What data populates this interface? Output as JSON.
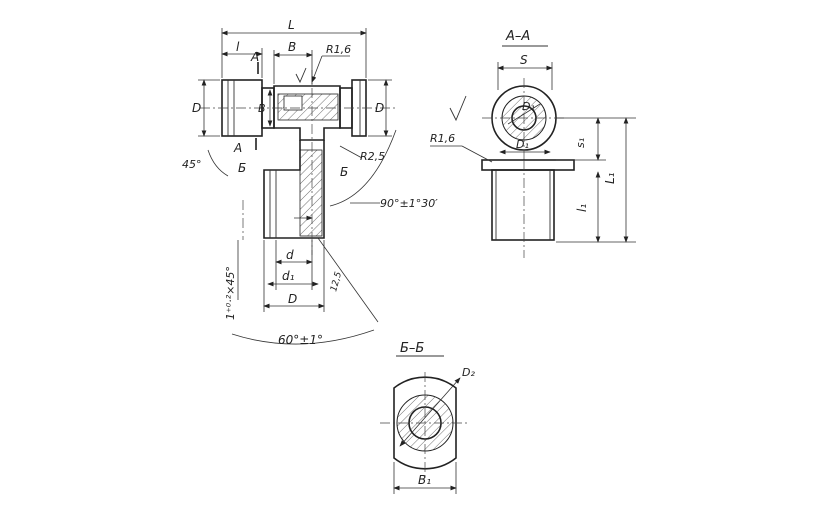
{
  "main_view": {
    "L": "L",
    "l": "l",
    "B": "B",
    "A_top": "A",
    "A_bottom": "A",
    "R16": "R1,6",
    "D_left": "D",
    "D_right": "D",
    "B_inner": "B",
    "angle45": "45°",
    "B_cyr_left": "Б",
    "B_cyr_right": "Б",
    "R25": "R2,5",
    "angle90": "90°±1°30′",
    "chamfer": "1⁺⁰·²×45°",
    "d": "d",
    "d1": "d₁",
    "D_bottom": "D",
    "ra125": "12,5",
    "angle60": "60°±1°"
  },
  "section_aa": {
    "title": "А–А",
    "S": "S",
    "D1_inner": "D₁",
    "R16": "R1,6",
    "D1": "D₁",
    "s1": "s₁",
    "L1": "L₁",
    "l1": "l₁"
  },
  "section_bb": {
    "title": "Б–Б",
    "D2": "D₂",
    "B1": "B₁"
  }
}
